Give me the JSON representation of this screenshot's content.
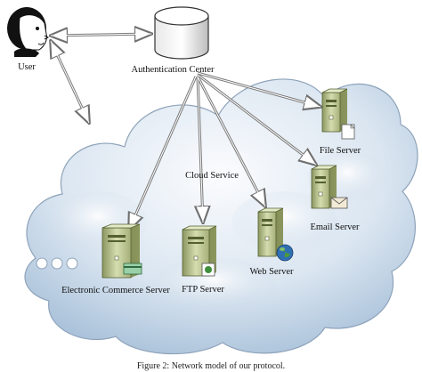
{
  "nodes": {
    "user": "User",
    "auth_center": "Authentication Center",
    "cloud_service": "Cloud Service",
    "file_server": "File Server",
    "email_server": "Email Server",
    "web_server": "Web Server",
    "ftp_server": "FTP Server",
    "ecommerce_server": "Electronic Commerce Server"
  },
  "caption": "Figure 2: Network model of our protocol.",
  "colors": {
    "cloud_fill_light": "#f6f9fc",
    "cloud_fill_dark": "#a9c3dc",
    "cloud_stroke": "#7f93aa",
    "server_body": "#c8d6a0",
    "arrow": "#808080"
  }
}
